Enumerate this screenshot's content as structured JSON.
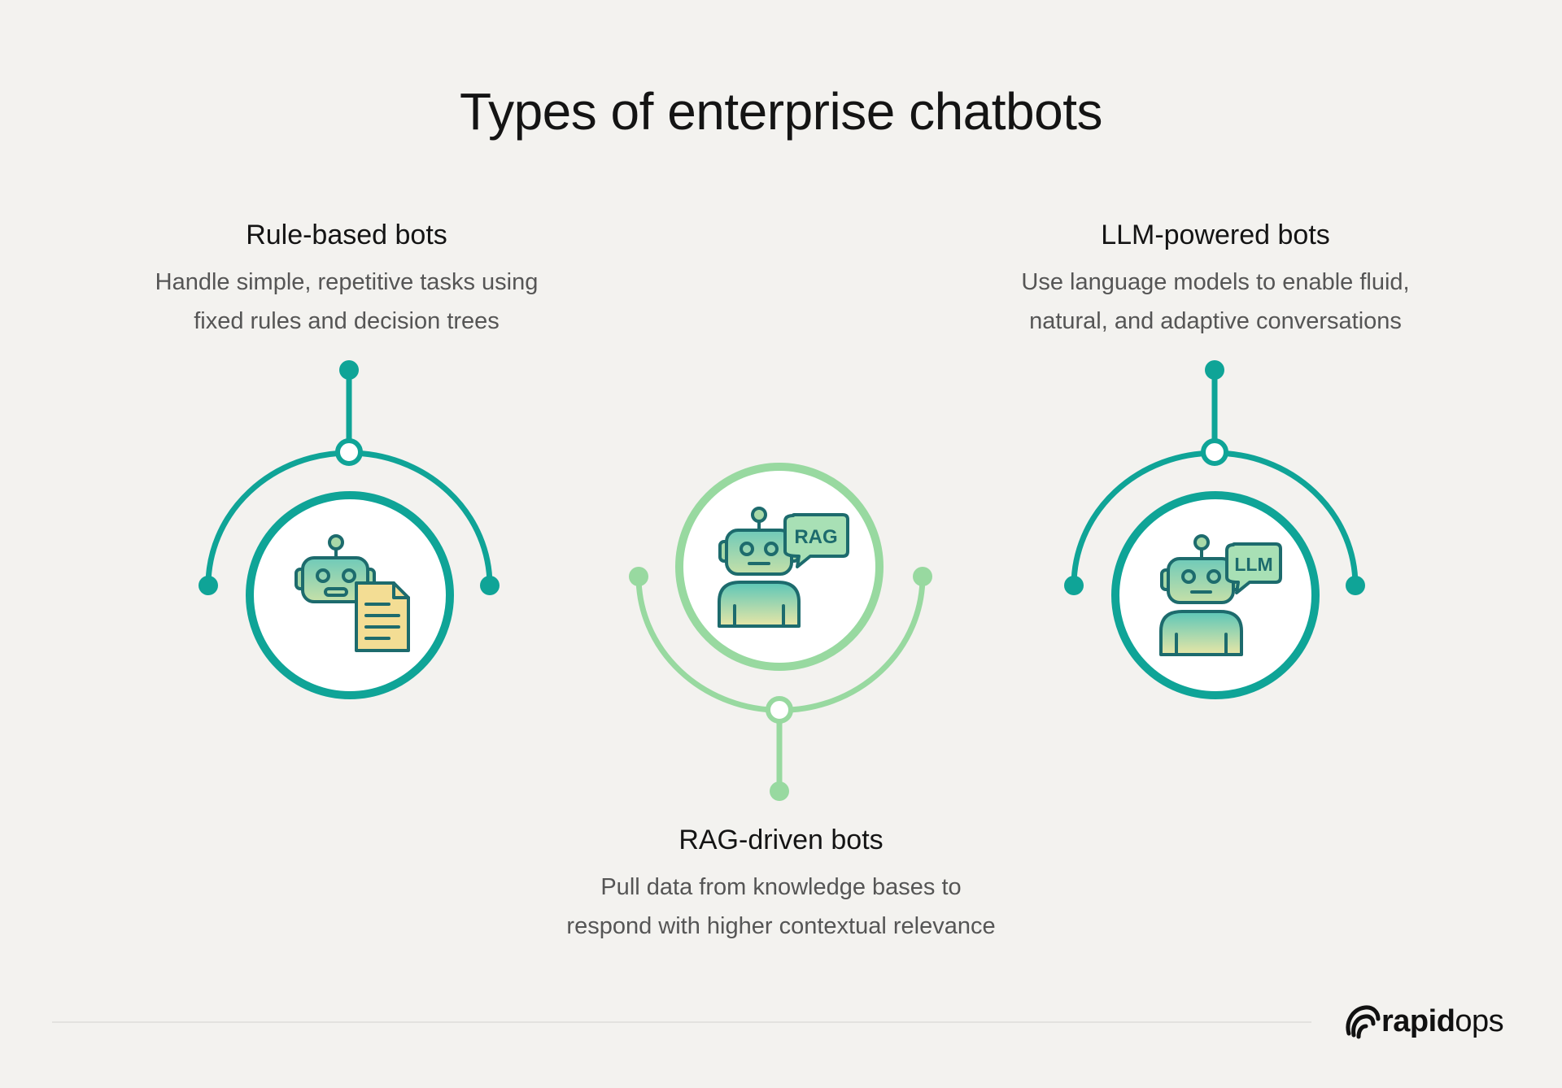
{
  "title": "Types of enterprise chatbots",
  "cards": {
    "rule": {
      "title": "Rule-based bots",
      "desc_line1": "Handle simple, repetitive tasks using",
      "desc_line2": "fixed rules and decision trees",
      "icon": "robot-with-document-icon"
    },
    "rag": {
      "title": "RAG-driven bots",
      "desc_line1": "Pull data from knowledge bases to",
      "desc_line2": "respond with higher contextual relevance",
      "icon": "robot-rag-bubble-icon",
      "bubble_text": "RAG"
    },
    "llm": {
      "title": "LLM-powered bots",
      "desc_line1": "Use language models to enable fluid,",
      "desc_line2": "natural, and adaptive conversations",
      "icon": "robot-llm-bubble-icon",
      "bubble_text": "LLM"
    }
  },
  "colors": {
    "teal": "#0fa497",
    "light_green": "#98d9a0",
    "background": "#f3f2ef",
    "robot_dark": "#1d6b6d",
    "document_yellow": "#f3dd94"
  },
  "logo": {
    "brand": "rapid",
    "suffix": "ops"
  }
}
